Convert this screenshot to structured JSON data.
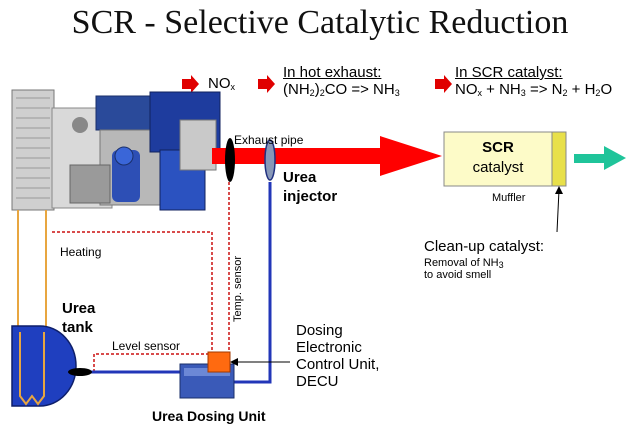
{
  "title": "SCR - Selective Catalytic Reduction",
  "steps": [
    {
      "text": "NO",
      "sub": "x"
    },
    {
      "heading": "In hot exhaust:",
      "formula_a": "(NH",
      "formula_a_sub": "2",
      "formula_b": ")",
      "formula_b_sub": "2",
      "formula_c": "CO => NH",
      "formula_c_sub": "3"
    },
    {
      "heading": "In SCR catalyst:",
      "f1": "NO",
      "f1_sub": "x",
      "f2": " + NH",
      "f2_sub": "3",
      "f3": " => N",
      "f3_sub": "2",
      "f4": " + H",
      "f4_sub": "2",
      "f5": "O"
    }
  ],
  "labels": {
    "exhaust_pipe": "Exhaust pipe",
    "urea_injector_1": "Urea",
    "urea_injector_2": "injector",
    "scr_1": "SCR",
    "scr_2": "catalyst",
    "muffler": "Muffler",
    "cleanup_heading": "Clean-up catalyst:",
    "cleanup_line1": "Removal of NH",
    "cleanup_line1_sub": "3",
    "cleanup_line2": "to avoid smell",
    "heating": "Heating",
    "temp_sensor": "Temp. sensor",
    "urea_tank_1": "Urea",
    "urea_tank_2": "tank",
    "level_sensor": "Level sensor",
    "decu_1": "Dosing",
    "decu_2": "Electronic",
    "decu_3": "Control Unit,",
    "decu_4": "DECU",
    "dosing_unit": "Urea Dosing Unit"
  },
  "colors": {
    "exhaust": "#ff0000",
    "catalyst": "#fdfbc8",
    "catalyst_strip": "#e8e04a",
    "outflow": "#1fc49a",
    "tank": "#1f3fbf",
    "dosing_unit": "#3a5ab8",
    "decu": "#ff6a10",
    "heating_line": "#e8a640",
    "sensor_line": "#cc1111",
    "urea_line": "#2236b8"
  }
}
